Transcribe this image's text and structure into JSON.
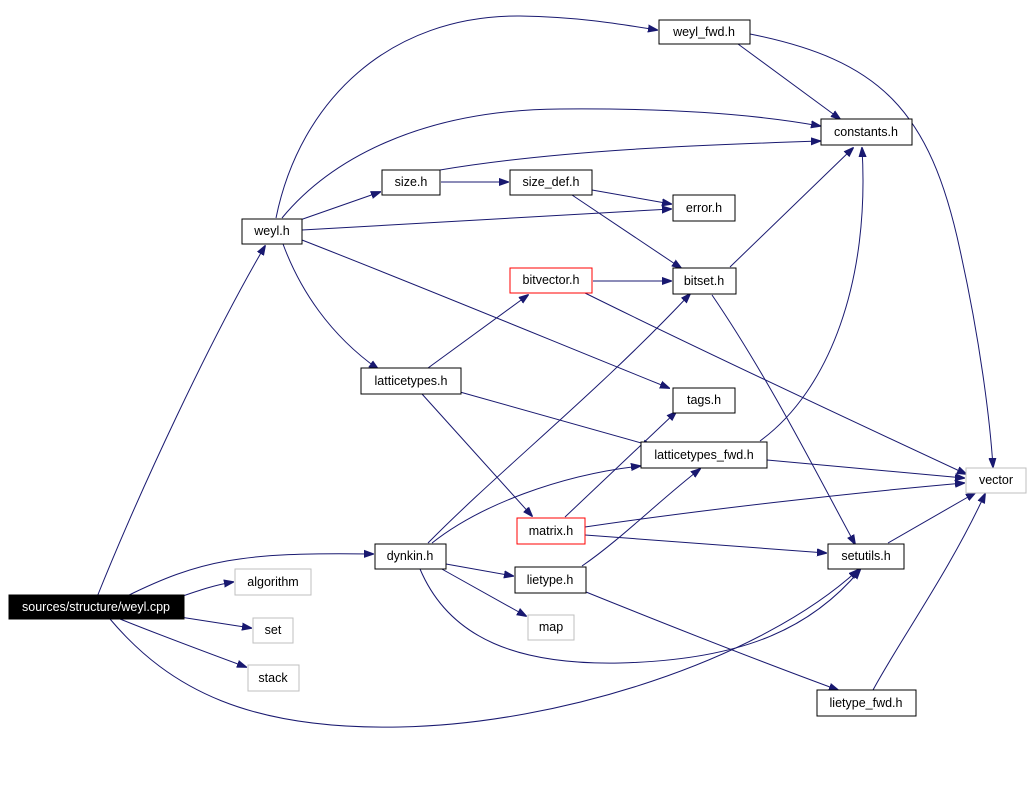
{
  "nodes": {
    "root": "sources/structure/weyl.cpp",
    "weyl_fwd": "weyl_fwd.h",
    "constants": "constants.h",
    "size": "size.h",
    "size_def": "size_def.h",
    "error": "error.h",
    "weyl": "weyl.h",
    "bitvector": "bitvector.h",
    "bitset": "bitset.h",
    "latticetypes": "latticetypes.h",
    "tags": "tags.h",
    "latticetypes_fwd": "latticetypes_fwd.h",
    "vector": "vector",
    "matrix": "matrix.h",
    "dynkin": "dynkin.h",
    "setutils": "setutils.h",
    "algorithm": "algorithm",
    "lietype": "lietype.h",
    "map": "map",
    "set": "set",
    "stack": "stack",
    "lietype_fwd": "lietype_fwd.h"
  },
  "colors": {
    "edge": "#191970",
    "external_border": "#bfbfbf",
    "highlight_border": "#ff0000",
    "root_fill": "#000000"
  }
}
